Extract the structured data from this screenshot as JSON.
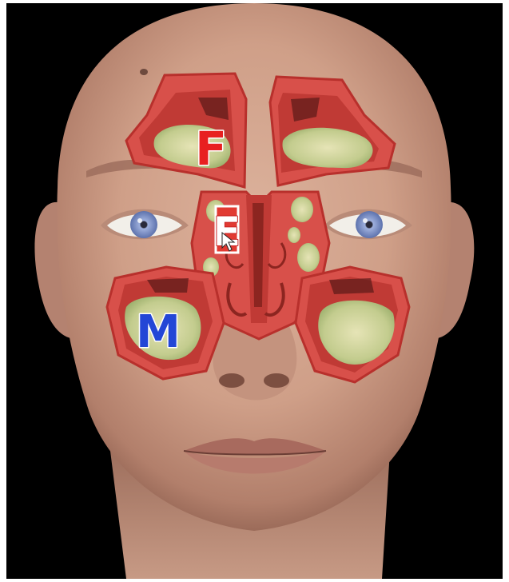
{
  "labels": {
    "frontal": "F",
    "ethmoid": "E",
    "maxillary": "M"
  },
  "colors": {
    "background": "#000000",
    "skin": "#d4a791",
    "skin_shadow": "#a47462",
    "sinus_wall": "#d8504a",
    "sinus_fill": "#c4cf94",
    "frontal_label": "#e82020",
    "maxillary_label": "#2346d6",
    "ethmoid_label": "#ffffff",
    "label_outline": "#ffffff",
    "eye_iris": "#7f93c8"
  }
}
